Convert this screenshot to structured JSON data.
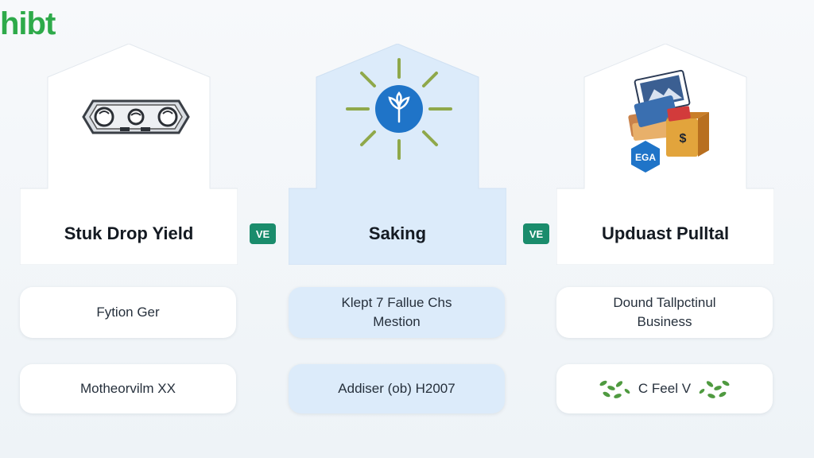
{
  "logo": {
    "text": "hibt"
  },
  "columns": [
    {
      "title": "Stuk Drop Yield",
      "icon": "vault-badge-icon",
      "row1": "Fytion Ger",
      "row2": "Motheorvilm XX"
    },
    {
      "title": "Saking",
      "icon": "sun-leaf-icon",
      "row1_line1": "Klept 7 Fallue Chs",
      "row1_line2": "Mestion",
      "row2": "Addiser (ob) H2007"
    },
    {
      "title": "Upduast Pulltal",
      "icon": "wallet-cards-icon",
      "hex_label": "EGA",
      "box_label": "$",
      "row1_line1": "Dound Tallpctinul",
      "row1_line2": "Business",
      "row2": "C Feel V"
    }
  ],
  "connectors": [
    "VE",
    "VE"
  ],
  "colors": {
    "accent_green": "#1a8c6c",
    "logo_green": "#2eaa4a",
    "sun_blue": "#1f74c8",
    "highlight_blue": "#dcebfa"
  }
}
